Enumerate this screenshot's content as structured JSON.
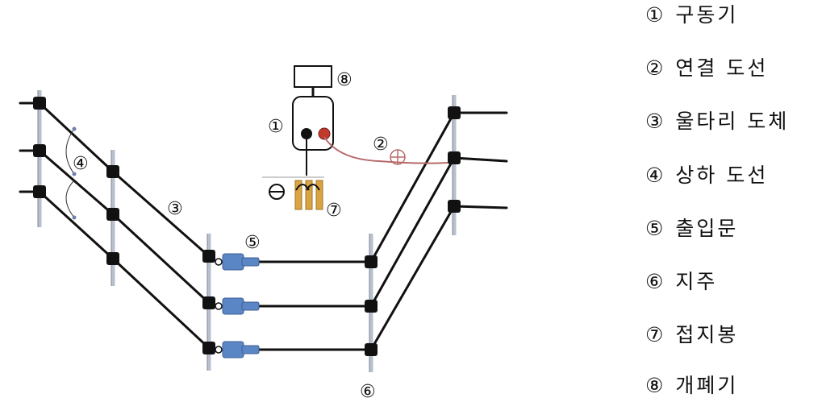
{
  "diagram": {
    "callouts": {
      "energizer": "①",
      "lead_wire": "②",
      "fence_wire": "③",
      "jumper_wire": "④",
      "gate": "⑤",
      "post": "⑥",
      "ground_rod": "⑦",
      "switch": "⑧"
    }
  },
  "legend": [
    {
      "mark": "①",
      "text": "구동기"
    },
    {
      "mark": "②",
      "text": "연결 도선"
    },
    {
      "mark": "③",
      "text": "울타리 도체"
    },
    {
      "mark": "④",
      "text": "상하 도선"
    },
    {
      "mark": "⑤",
      "text": "출입문"
    },
    {
      "mark": "⑥",
      "text": "지주"
    },
    {
      "mark": "⑦",
      "text": "접지봉"
    },
    {
      "mark": "⑧",
      "text": "개폐기"
    }
  ],
  "colors": {
    "wire": "#111111",
    "post": "#c8cfd8",
    "gate_handle": "#5b86c5",
    "lead_wire": "#b86a6a",
    "terminal_positive": "#c0392b",
    "ground_rod": "#d9a441"
  }
}
